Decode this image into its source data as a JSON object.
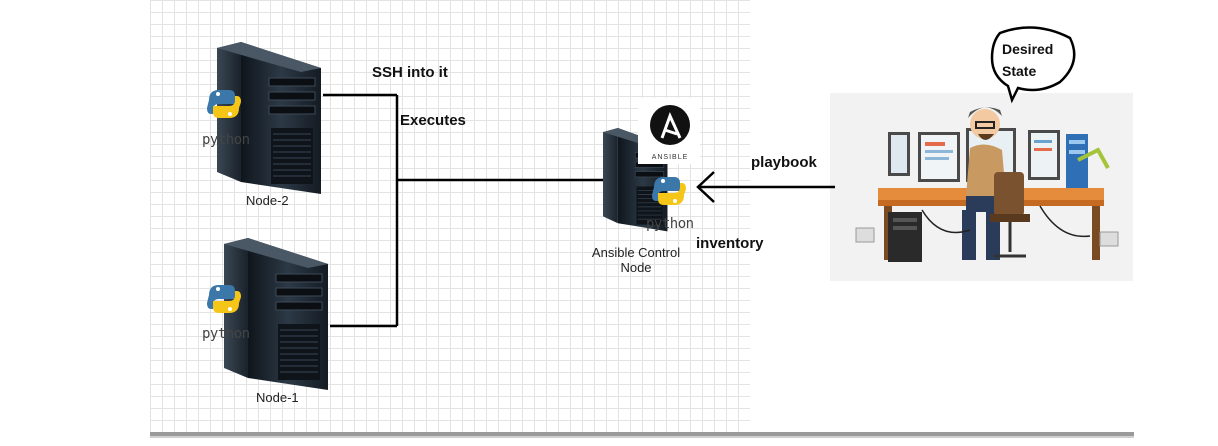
{
  "labels": {
    "ssh": "SSH into it",
    "executes": "Executes",
    "playbook": "playbook",
    "inventory": "inventory",
    "node2": "Node-2",
    "node1": "Node-1",
    "control_line1": "Ansible Control",
    "control_line2": "Node",
    "bubble_line1": "Desired",
    "bubble_line2": "State",
    "ansible_logo": "ANSIBLE",
    "python_logo": "python"
  },
  "icons": [
    "server-icon",
    "python-logo-icon",
    "ansible-logo-icon",
    "developer-illustration",
    "speech-bubble"
  ],
  "colors": {
    "grid": "#e3e3e3",
    "server": "#1c2530",
    "python_blue": "#3b77a8",
    "python_yellow": "#f5c518",
    "line": "#000000"
  }
}
